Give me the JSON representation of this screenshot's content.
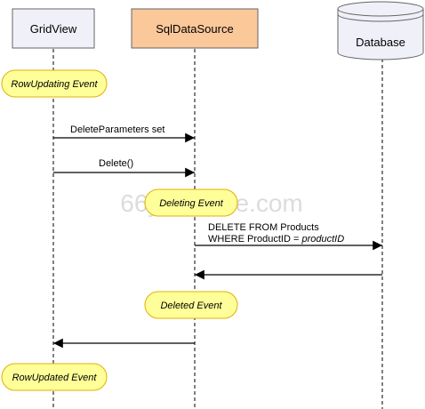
{
  "actors": {
    "gridview": "GridView",
    "sqldatasource": "SqlDataSource",
    "database": "Database"
  },
  "events": {
    "row_updating": "RowUpdating Event",
    "deleting": "Deleting Event",
    "deleted": "Deleted Event",
    "row_updated": "RowUpdated Event"
  },
  "messages": {
    "delete_parameters": "DeleteParameters set",
    "delete_call": "Delete()",
    "sql_line1": "DELETE FROM Products",
    "sql_line2_prefix": "WHERE ProductID = ",
    "sql_line2_param": "productID"
  },
  "watermark": "66yedesme.com",
  "colors": {
    "actor_fill": "#f0f0f8",
    "sqldatasource_fill": "#fbc89a",
    "event_fill": "#ffff99",
    "event_stroke": "#e0b000",
    "line": "#000000"
  }
}
